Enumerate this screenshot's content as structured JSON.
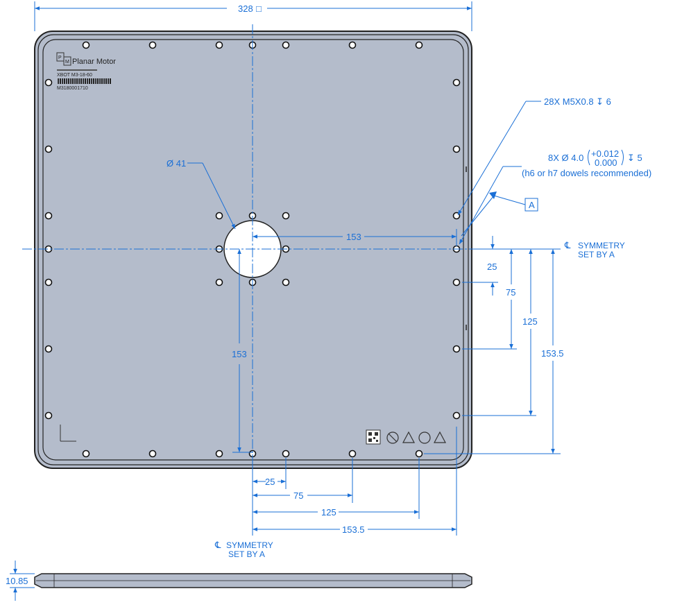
{
  "drawing": {
    "overall_width": "328",
    "width_symbol": "□",
    "diameter_center": "Ø 41",
    "callout_holes": "28X M5X0.8 ↧ 6",
    "callout_dowels_prefix": "8X Ø 4.0",
    "callout_dowels_tol_upper": "+0.012",
    "callout_dowels_tol_lower": "0.000",
    "callout_dowels_depth": "↧ 5",
    "callout_dowels_note": "(h6 or h7 dowels recommended)",
    "datum": "A",
    "dim_153_h": "153",
    "dim_153_v": "153",
    "dim_25_v": "25",
    "dim_75_v": "75",
    "dim_125_v": "125",
    "dim_1535_v": "153.5",
    "dim_25_h": "25",
    "dim_75_h": "75",
    "dim_125_h": "125",
    "dim_1535_h": "153.5",
    "symmetry_right_line1": "SYMMETRY",
    "symmetry_right_line2": "SET BY A",
    "symmetry_bottom_line1": "SYMMETRY",
    "symmetry_bottom_line2": "SET BY A",
    "thickness": "10.85",
    "label_brand": "Planar Motor",
    "label_model": "XBOT M3-18-60",
    "label_serial": "M3180001710"
  }
}
